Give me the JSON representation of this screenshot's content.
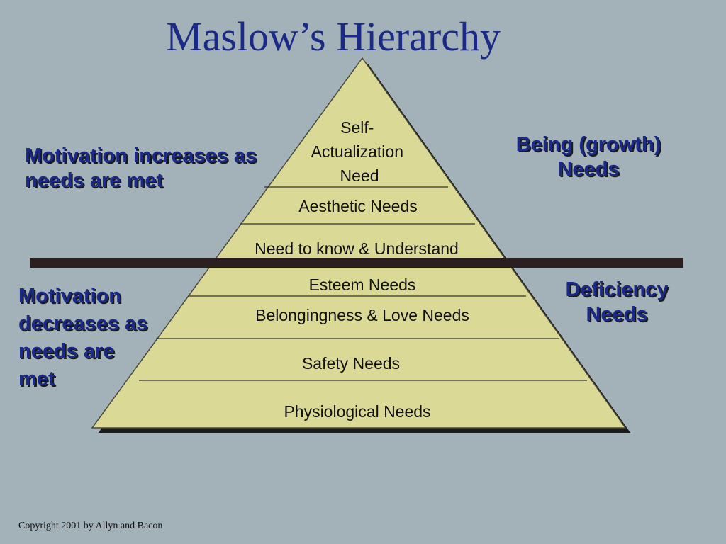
{
  "slide": {
    "title": "Maslow’s Hierarchy",
    "footer": "Copyright 2001 by Allyn and Bacon",
    "colors": {
      "background": "#a3b1b9",
      "pyramid_fill": "#dada96",
      "accent_text": "#1a2a86",
      "divider": "#2b1f1f"
    }
  },
  "pyramid": {
    "levels": [
      {
        "lines": [
          "Self-",
          "Actualization",
          "Need"
        ]
      },
      {
        "lines": [
          "Aesthetic Needs"
        ]
      },
      {
        "lines": [
          "Need to know & Understand"
        ]
      },
      {
        "lines": [
          "Esteem Needs"
        ]
      },
      {
        "lines": [
          "Belongingness & Love Needs"
        ]
      },
      {
        "lines": [
          "Safety Needs"
        ]
      },
      {
        "lines": [
          "Physiological Needs"
        ]
      }
    ]
  },
  "notes": {
    "left_top": "Motivation increases as needs are met",
    "left_bottom": "Motivation decreases as needs are met",
    "right_top": "Being (growth) Needs",
    "right_bottom": "Deficiency Needs"
  }
}
